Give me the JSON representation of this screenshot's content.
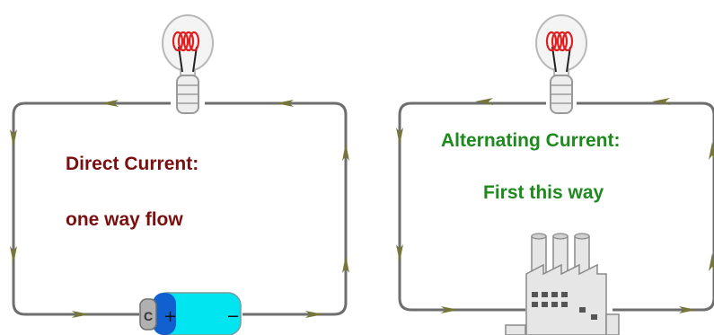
{
  "panels": {
    "dc": {
      "title": "Direct Current:",
      "subtitle": "one way flow",
      "text_color": "#7a0f0f",
      "battery": {
        "plus_symbol": "+",
        "minus_symbol": "−",
        "cap_letter": "C"
      }
    },
    "ac": {
      "title": "Alternating Current:",
      "subtitle": "First this way",
      "text_color": "#1e8a1e"
    }
  },
  "colors": {
    "wire": "#6e6e6e",
    "arrow": "#76763a",
    "bulb_glass": "#f4f4f4",
    "bulb_outline": "#9a9a9a",
    "filament": "#e02020",
    "battery_body": "#00e5f0",
    "battery_terminal": "#1060d0",
    "factory": "#e6e6e6",
    "factory_outline": "#8a8a8a"
  },
  "icons": [
    "light-bulb-icon",
    "battery-icon",
    "factory-icon",
    "direction-arrow-icon"
  ]
}
